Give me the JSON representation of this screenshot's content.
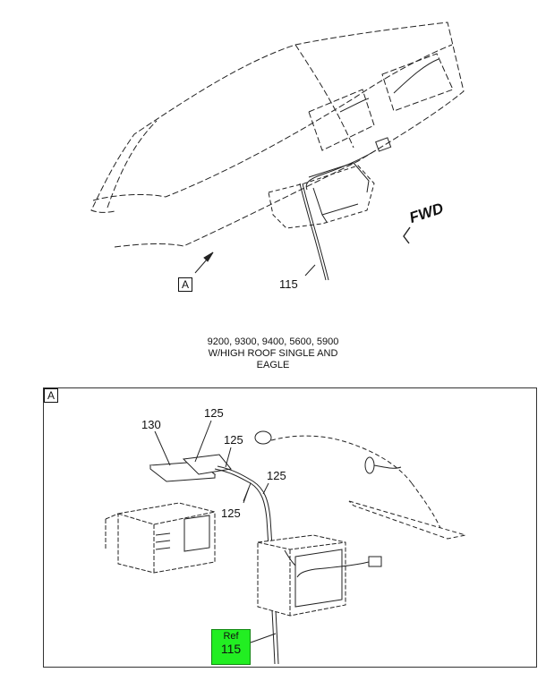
{
  "main_view": {
    "detail_marker": "A",
    "part_115": "115",
    "fwd": "FWD"
  },
  "caption": {
    "line1": "9200, 9300, 9400, 5600, 5900",
    "line2": "W/HIGH ROOF SINGLE AND",
    "line3": "EAGLE"
  },
  "detail_view": {
    "frame_label": "A",
    "callouts": {
      "c130": "130",
      "c125_a": "125",
      "c125_b": "125",
      "c125_c": "125",
      "c125_d": "125"
    },
    "ref_box": {
      "line1": "Ref",
      "line2": "115",
      "color": "#22ee22"
    }
  }
}
